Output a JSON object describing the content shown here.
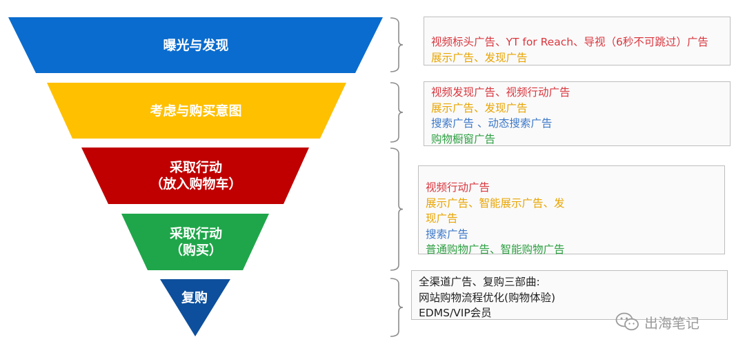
{
  "colors": {
    "red": "#d9363e",
    "yellow": "#e8a400",
    "blue": "#3c78c8",
    "green": "#2ea043",
    "dark": "#222222"
  },
  "stages": [
    {
      "lines": [
        "曝光与发现"
      ],
      "fill": "#0a6cce"
    },
    {
      "lines": [
        "考虑与购买意图"
      ],
      "fill": "#ffc000"
    },
    {
      "lines": [
        "采取行动",
        "（放入购物车）"
      ],
      "fill": "#c00000"
    },
    {
      "lines": [
        "采取行动",
        "（购买）"
      ],
      "fill": "#1fa64a"
    },
    {
      "lines": [
        "复购"
      ],
      "fill": "#0d4f9c"
    }
  ],
  "boxes": [
    {
      "lines": [
        {
          "text": "视频标头广告、YT for Reach、导视（6秒不可跳过）广告",
          "color": "red"
        },
        {
          "text": "展示广告、发现广告",
          "color": "yellow"
        }
      ]
    },
    {
      "lines": [
        {
          "text": "视频发现广告、视频行动广告",
          "color": "red"
        },
        {
          "text": "展示广告、发现广告",
          "color": "yellow"
        },
        {
          "text": "搜索广告 、动态搜索广告",
          "color": "blue"
        },
        {
          "text": "购物橱窗广告",
          "color": "green"
        }
      ]
    },
    {
      "lines": [
        {
          "text": "视频行动广告",
          "color": "red"
        },
        {
          "text": "展示广告、智能展示广告、发",
          "color": "yellow"
        },
        {
          "text": "现广告",
          "color": "yellow"
        },
        {
          "text": "搜索广告",
          "color": "blue"
        },
        {
          "text": "普通购物广告、智能购物广告",
          "color": "green"
        }
      ]
    },
    {
      "lines": [
        {
          "text": "全渠道广告、复购三部曲:",
          "color": "dark"
        },
        {
          "text": "网站购物流程优化(购物体验)",
          "color": "dark"
        },
        {
          "text": "EDMS/VIP会员",
          "color": "dark"
        }
      ]
    }
  ],
  "watermark": {
    "text": "出海笔记",
    "icon": "wechat-icon"
  }
}
